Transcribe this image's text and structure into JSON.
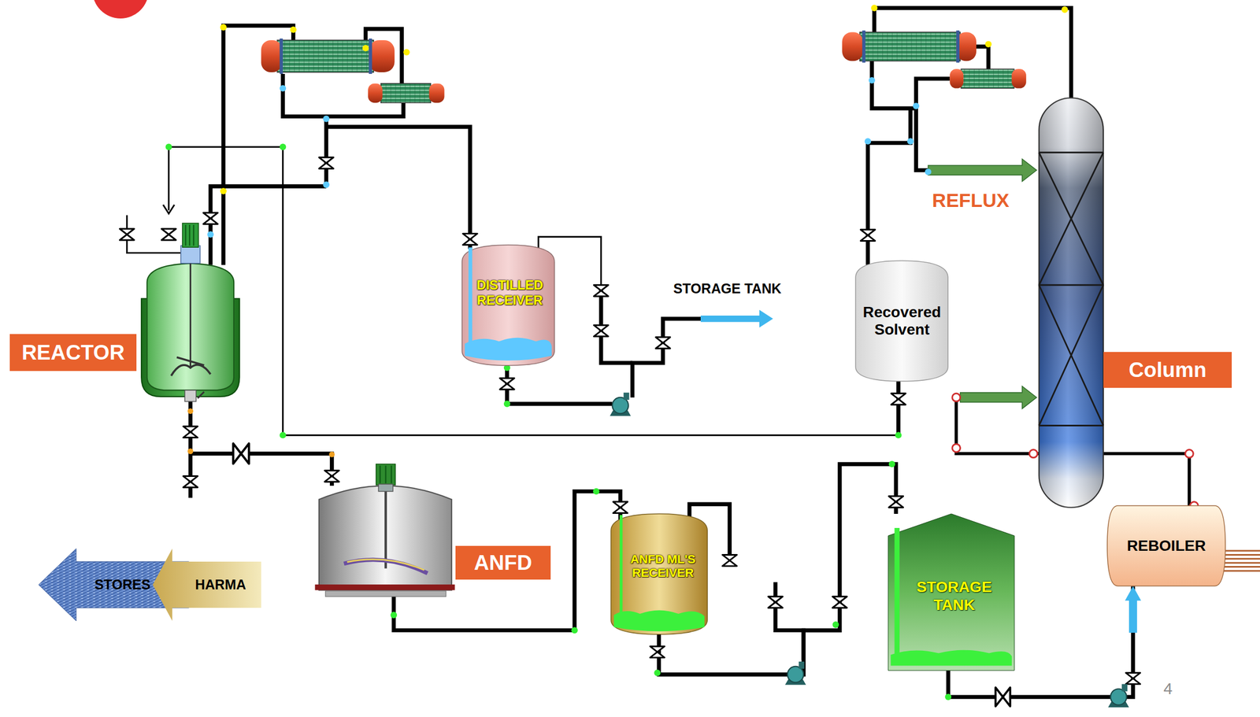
{
  "diagram": {
    "nodes": [
      {
        "text": [
          "REACTOR"
        ]
      },
      {
        "text": [
          "DISTILLED RECEIVER"
        ]
      },
      {
        "text": [
          "Recovered Solvent"
        ]
      },
      {
        "text": [
          "Column"
        ]
      },
      {
        "text": [
          "STORES"
        ]
      },
      {
        "text": [
          "HARMA"
        ]
      },
      {
        "text": [
          "ANFD"
        ]
      },
      {
        "text": [
          "ANFD ML'S RECEIVER"
        ]
      },
      {
        "text": [
          "STORAGE TANK"
        ]
      },
      {
        "text": [
          "REBOILER"
        ]
      }
    ],
    "edges": [
      {
        "from": 7,
        "to": 8,
        "arrow": "none"
      },
      {
        "from": 8,
        "to": 9,
        "arrow": "to"
      }
    ],
    "labels": [
      "STORAGE TANK",
      "REFLUX",
      "4"
    ]
  }
}
